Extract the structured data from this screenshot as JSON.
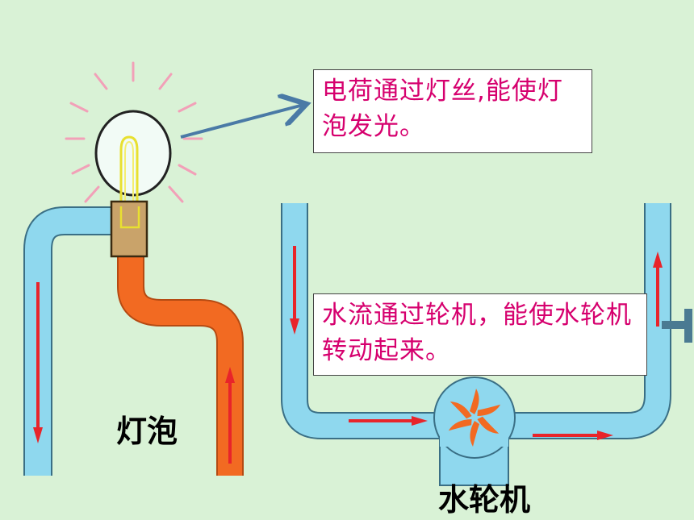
{
  "colors": {
    "background": "#d9f2d6",
    "pipe_blue": "#8fd8ee",
    "pipe_outline": "#3a6f85",
    "pipe_orange": "#f26a22",
    "arrow_red": "#e8242a",
    "callout_text": "#d6006e",
    "pointer_arrow": "#4a7aa6",
    "glow_rays": "#f2a0b8",
    "bulb_base": "#c9a36a"
  },
  "bulb_callout": {
    "text": "电荷通过灯丝,能使灯泡发光。"
  },
  "waterwheel_callout": {
    "text": "水流通过轮机，能使水轮机转动起来。"
  },
  "labels": {
    "bulb": "灯泡",
    "waterwheel": "水轮机"
  }
}
